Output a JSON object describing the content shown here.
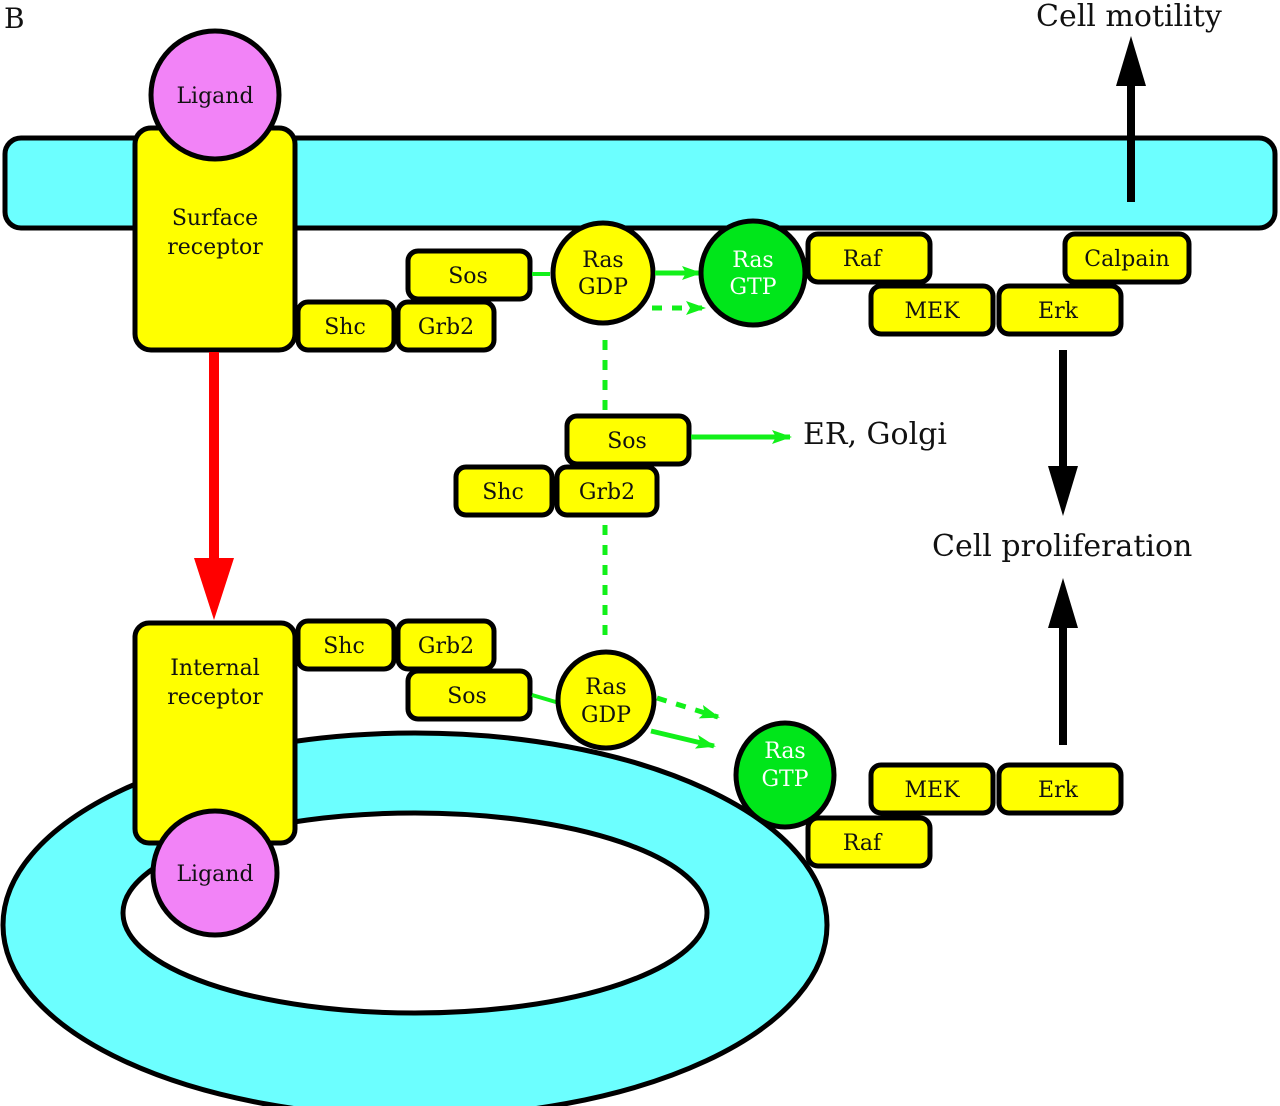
{
  "panel_label": "B",
  "colors": {
    "membrane": "#6cffff",
    "protein": "#ffff00",
    "ligand": "#f283f7",
    "ras_gtp": "#00e61a",
    "outline": "#000000",
    "green_arrow": "#12f01a",
    "red_arrow": "#ff0000",
    "black_arrow": "#000000"
  },
  "outcomes": {
    "motility": "Cell motility",
    "proliferation": "Cell proliferation",
    "er_golgi": "ER, Golgi"
  },
  "surface_complex": {
    "ligand": "Ligand",
    "receptor_line1": "Surface",
    "receptor_line2": "receptor",
    "shc": "Shc",
    "grb2": "Grb2",
    "sos": "Sos",
    "ras_gdp_line1": "Ras",
    "ras_gdp_line2": "GDP",
    "ras_gtp_line1": "Ras",
    "ras_gtp_line2": "GTP",
    "raf": "Raf",
    "mek": "MEK",
    "erk": "Erk",
    "calpain": "Calpain"
  },
  "cytosol_complex": {
    "sos": "Sos",
    "shc": "Shc",
    "grb2": "Grb2"
  },
  "internal_complex": {
    "ligand": "Ligand",
    "receptor_line1": "Internal",
    "receptor_line2": "receptor",
    "shc": "Shc",
    "grb2": "Grb2",
    "sos": "Sos",
    "ras_gdp_line1": "Ras",
    "ras_gdp_line2": "GDP",
    "ras_gtp_line1": "Ras",
    "ras_gtp_line2": "GTP",
    "raf": "Raf",
    "mek": "MEK",
    "erk": "Erk"
  }
}
